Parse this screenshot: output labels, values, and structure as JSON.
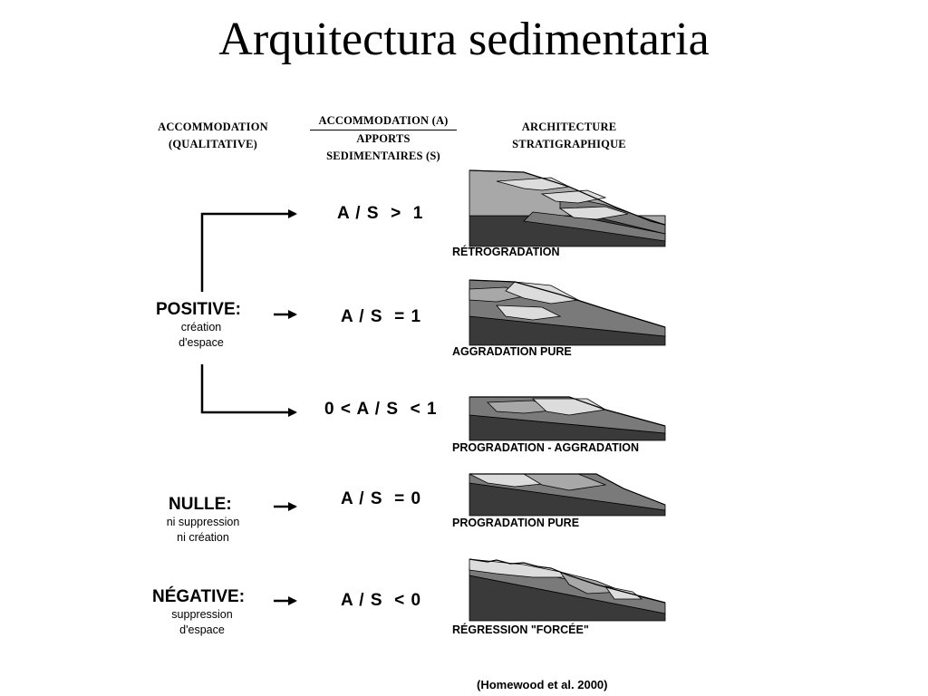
{
  "title": "Arquitectura sedimentaria",
  "headers": {
    "col1": [
      "ACCOMMODATION",
      "(QUALITATIVE)"
    ],
    "col2": [
      "ACCOMMODATION (A)",
      "APPORTS",
      "SEDIMENTAIRES (S)"
    ],
    "col3": [
      "ARCHITECTURE",
      "STRATIGRAPHIQUE"
    ]
  },
  "categories": [
    {
      "label": "POSITIVE:",
      "sub": [
        "création",
        "d'espace"
      ]
    },
    {
      "label": "NULLE:",
      "sub": [
        "ni suppression",
        "ni création"
      ]
    },
    {
      "label": "NÉGATIVE:",
      "sub": [
        "suppression",
        "d'espace"
      ]
    }
  ],
  "rows": [
    {
      "ratio": "A / S  >  1",
      "architecture": "RÉTROGRADATION"
    },
    {
      "ratio": "A / S  = 1",
      "architecture": "AGGRADATION PURE"
    },
    {
      "ratio": "0 < A / S  < 1",
      "architecture": "PROGRADATION - AGGRADATION"
    },
    {
      "ratio": "A / S  = 0",
      "architecture": "PROGRADATION PURE"
    },
    {
      "ratio": "A / S  < 0",
      "architecture": "RÉGRESSION \"FORCÉE\""
    }
  ],
  "citation": "(Homewood et al. 2000)",
  "colors": {
    "dark": "#3a3a3a",
    "mid": "#7a7a7a",
    "light": "#a8a8a8",
    "pale": "#dcdcdc"
  }
}
